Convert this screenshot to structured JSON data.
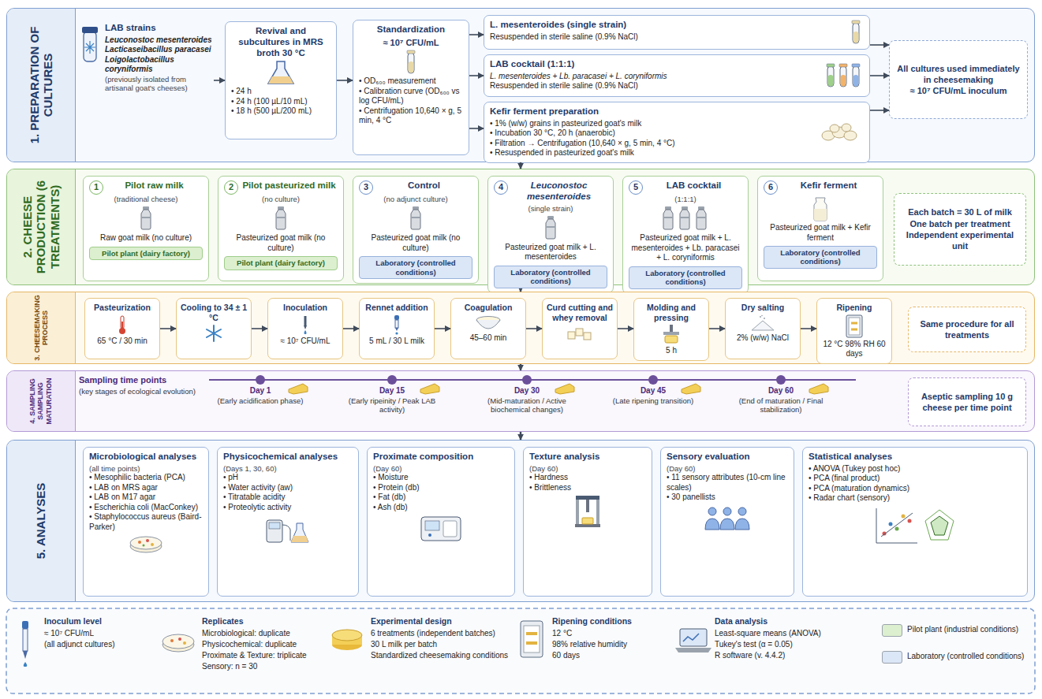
{
  "diagram": {
    "nodes": [
      {
        "text": [
          "1. PREPARATION OF CULTURES"
        ]
      },
      {
        "text": [
          "LAB strains",
          "Leuconostoc mesenteroides Lacticaseibacillus paracasei Loigolactobacillus coryniformis",
          "(previously isolated from artisanal goat's cheeses)"
        ],
        "in": 0
      },
      {
        "text": [
          "Revival and subcultures in MRS broth 30 °C",
          "• 24 h",
          "• 24 h (100 µL/10 mL)",
          "• 18 h (500 µL/200 mL)"
        ],
        "in": 0
      },
      {
        "text": [
          "Standardization",
          "≈ 10⁷ CFU/mL",
          "• OD₆₀₀ measurement",
          "• Calibration curve (OD₆₀₀ vs log CFU/mL)",
          "• Centrifugation 10,640 × g, 5 min, 4 °C"
        ],
        "in": 0
      },
      {
        "text": [
          "L. mesenteroides (single strain)",
          "Resuspended in sterile saline (0.9% NaCl)"
        ],
        "in": 0
      },
      {
        "text": [
          "LAB cocktail (1:1:1)",
          "L. mesenteroides + Lb. paracasei + L. coryniformis",
          "Resuspended in sterile saline (0.9% NaCl)"
        ],
        "in": 0
      },
      {
        "text": [
          "Kefir ferment preparation",
          "• 1% (w/w) grains in pasteurized goat's milk",
          "• Incubation 30 °C, 20 h (anaerobic)",
          "• Filtration → Centrifugation (10,640 × g, 5 min, 4 °C)",
          "• Resuspended in pasteurized goat's milk"
        ],
        "in": 0
      },
      {
        "text": [
          "All cultures used immediately in cheesemaking",
          "≈ 10⁷ CFU/mL inoculum"
        ],
        "in": 0
      },
      {
        "text": [
          "2. CHEESE PRODUCTION (6 TREATMENTS)"
        ]
      },
      {
        "text": [
          "1",
          "Pilot raw milk",
          "(traditional cheese)",
          "Raw goat milk (no culture)",
          "Pilot plant (dairy factory)"
        ],
        "in": 8
      },
      {
        "text": [
          "2",
          "Pilot pasteurized milk",
          "(no culture)",
          "Pasteurized goat milk (no culture)",
          "Pilot plant (dairy factory)"
        ],
        "in": 8
      },
      {
        "text": [
          "3",
          "Control",
          "(no adjunct culture)",
          "Pasteurized goat milk (no culture)",
          "Laboratory (controlled conditions)"
        ],
        "in": 8
      },
      {
        "text": [
          "4",
          "Leuconostoc mesenteroides",
          "(single strain)",
          "Pasteurized goat milk + L. mesenteroides",
          "Laboratory (controlled conditions)"
        ],
        "in": 8
      },
      {
        "text": [
          "5",
          "LAB cocktail",
          "(1:1:1)",
          "Pasteurized goat milk + L. mesenteroides + Lb. paracasei + L. coryniformis",
          "Laboratory (controlled conditions)"
        ],
        "in": 8
      },
      {
        "text": [
          "6",
          "Kefir ferment",
          "Pasteurized goat milk + Kefir ferment",
          "Laboratory (controlled conditions)"
        ],
        "in": 8
      },
      {
        "text": [
          "Each batch = 30 L of milk",
          "One batch per treatment",
          "Independent experimental unit"
        ],
        "in": 8
      },
      {
        "text": [
          "3. CHEESEMAKING PROCESS"
        ]
      },
      {
        "text": [
          "Pasteurization",
          "65 °C / 30 min"
        ],
        "in": 16
      },
      {
        "text": [
          "Cooling to 34 ± 1 °C"
        ],
        "in": 16
      },
      {
        "text": [
          "Inoculation",
          "≈ 10⁷ CFU/mL"
        ],
        "in": 16
      },
      {
        "text": [
          "Rennet addition",
          "5 mL / 30 L milk"
        ],
        "in": 16
      },
      {
        "text": [
          "Coagulation",
          "45–60 min"
        ],
        "in": 16
      },
      {
        "text": [
          "Curd cutting and whey removal"
        ],
        "in": 16
      },
      {
        "text": [
          "Molding and pressing",
          "5 h"
        ],
        "in": 16
      },
      {
        "text": [
          "Dry salting",
          "2% (w/w) NaCl"
        ],
        "in": 16
      },
      {
        "text": [
          "Ripening",
          "12 °C 98% RH 60 days"
        ],
        "in": 16
      },
      {
        "text": [
          "Same procedure for all treatments"
        ],
        "in": 16
      },
      {
        "text": [
          "4. SAMPLING",
          "SAMPLING MATURATION"
        ]
      },
      {
        "text": [
          "Aseptic sampling 10 g cheese per time point"
        ],
        "in": 27
      },
      {
        "text": [
          "5. ANALYSES"
        ]
      },
      {
        "text": [
          "Microbiological analyses",
          "(all time points)",
          "• Mesophilic bacteria (PCA)",
          "• LAB on MRS agar",
          "• LAB on M17 agar",
          "• Escherichia coli (MacConkey)",
          "• Staphylococcus aureus (Baird-Parker)"
        ],
        "in": 29
      },
      {
        "text": [
          "Physicochemical analyses",
          "(Days 1, 30, 60)",
          "• pH",
          "• Water activity (aw)",
          "• Titratable acidity",
          "• Proteolytic activity"
        ],
        "in": 29
      },
      {
        "text": [
          "Proximate composition",
          "(Day 60)",
          "• Moisture",
          "• Protein (db)",
          "• Fat (db)",
          "• Ash (db)"
        ],
        "in": 29
      },
      {
        "text": [
          "Texture analysis",
          "(Day 60)",
          "• Hardness",
          "• Brittleness"
        ],
        "in": 29
      },
      {
        "text": [
          "Sensory evaluation",
          "(Day 60)",
          "• 11 sensory attributes (10-cm line scales)",
          "• 30 panellists"
        ],
        "in": 29
      },
      {
        "text": [
          "Statistical analyses",
          "• ANOVA (Tukey post hoc)",
          "• PCA (final product)",
          "• PCA (maturation dynamics)",
          "• Radar chart (sensory)"
        ],
        "in": 29
      }
    ],
    "edges": [
      {
        "from": 1,
        "to": 2,
        "arrow": "to"
      },
      {
        "from": 2,
        "to": 3,
        "arrow": "to"
      },
      {
        "from": 3,
        "to": 4,
        "arrow": "to"
      },
      {
        "from": 3,
        "to": 5,
        "arrow": "to"
      },
      {
        "from": 3,
        "to": 6,
        "arrow": "to"
      },
      {
        "from": 4,
        "to": 7,
        "arrow": "to"
      },
      {
        "from": 5,
        "to": 7,
        "arrow": "to"
      },
      {
        "from": 6,
        "to": 7,
        "arrow": "to"
      },
      {
        "from": 0,
        "to": 8,
        "arrow": "to"
      },
      {
        "from": 8,
        "to": 16,
        "arrow": "to"
      },
      {
        "from": 16,
        "to": 27,
        "arrow": "to"
      },
      {
        "from": 27,
        "to": 29,
        "arrow": "to"
      },
      {
        "from": 17,
        "to": 18,
        "arrow": "to"
      },
      {
        "from": 18,
        "to": 19,
        "arrow": "to"
      },
      {
        "from": 19,
        "to": 20,
        "arrow": "to"
      },
      {
        "from": 20,
        "to": 21,
        "arrow": "to"
      },
      {
        "from": 21,
        "to": 22,
        "arrow": "to"
      },
      {
        "from": 22,
        "to": 23,
        "arrow": "to"
      },
      {
        "from": 23,
        "to": 24,
        "arrow": "to"
      },
      {
        "from": 24,
        "to": 25,
        "arrow": "to"
      }
    ],
    "labels": [
      "Sampling time points",
      "(key stages of ecological evolution)",
      "Day 1",
      "(Early acidification phase)",
      "Day 15",
      "(Early ripeinity / Peak LAB activity)",
      "Day 30",
      "(Mid-maturation / Active biochemical changes)",
      "Day 45",
      "(Late ripening transition)",
      "Day 60",
      "(End of maturation / Final stabilization)",
      "Inoculum level",
      "≈ 10⁷ CFU/mL",
      "(all adjunct cultures)",
      "Replicates",
      "Microbiological: duplicate",
      "Physicochemical: duplicate",
      "Proximate & Texture: triplicate",
      "Sensory: n = 30",
      "Experimental design",
      "6 treatments (independent batches)",
      "30 L milk per batch",
      "Standardized cheesemaking conditions",
      "Ripening conditions",
      "12 °C",
      "98% relative humidity",
      "60 days",
      "Data analysis",
      "Least-square means (ANOVA)",
      "Tukey's test (α = 0.05)",
      "R software (v. 4.4.2)"
    ],
    "legend": [
      {
        "text": "Pilot plant (industrial conditions)",
        "color": "#dcefcf"
      },
      {
        "text": "Laboratory (controlled conditions)",
        "color": "#dbe6f6"
      }
    ]
  }
}
